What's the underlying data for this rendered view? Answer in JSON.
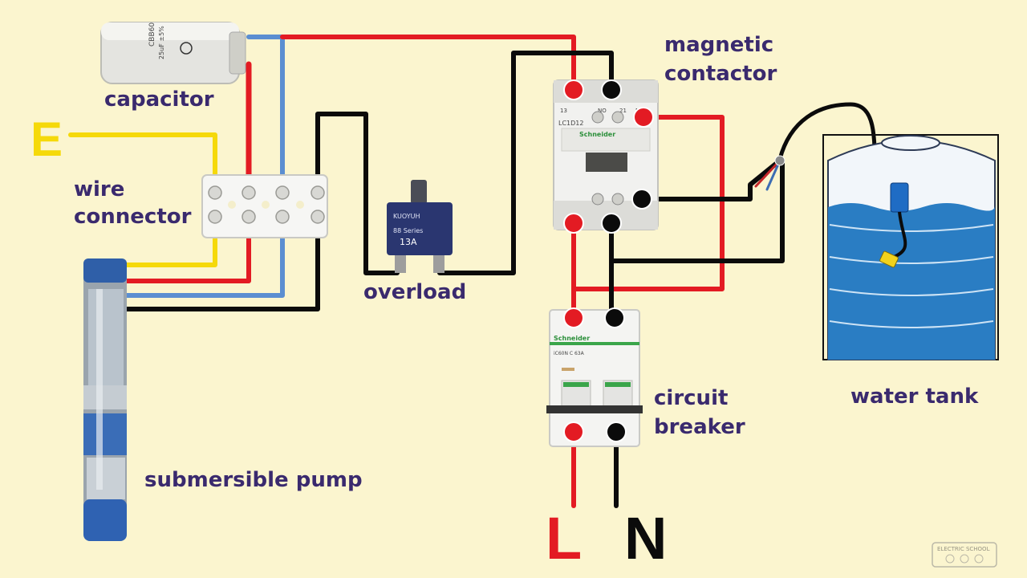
{
  "labels": {
    "capacitor": "capacitor",
    "wire_connector_1": "wire",
    "wire_connector_2": "connector",
    "overload": "overload",
    "magnetic_contactor_1": "magnetic",
    "magnetic_contactor_2": "contactor",
    "circuit_breaker_1": "circuit",
    "circuit_breaker_2": "breaker",
    "water_tank": "water tank",
    "submersible_pump": "submersible pump",
    "earth": "E",
    "line": "L",
    "neutral": "N"
  },
  "device_text": {
    "capacitor_brand": "CBB60",
    "capacitor_spec": "25uF ±5%",
    "overload_brand": "KUOYUH",
    "overload_rating": "13A",
    "overload_series": "88 Series",
    "contactor_model": "LC1D12",
    "contactor_brand": "Schneider",
    "breaker_brand": "Schneider",
    "breaker_model": "iC60N C 63A",
    "contactor_terminal_no": "NO",
    "contactor_terminal_nc": "NC",
    "contactor_terminal_13": "13",
    "contactor_terminal_21": "21"
  },
  "watermark": "ELECTRIC SCHOOL",
  "colors": {
    "background": "#fbf5cf",
    "label": "#3a2a6e",
    "earth_wire": "#f5d90a",
    "line_wire": "#e31b23",
    "neutral_wire": "#0b0b0b",
    "pump_wire": "#5b8ed1",
    "tank_water": "#2a7dc3"
  }
}
